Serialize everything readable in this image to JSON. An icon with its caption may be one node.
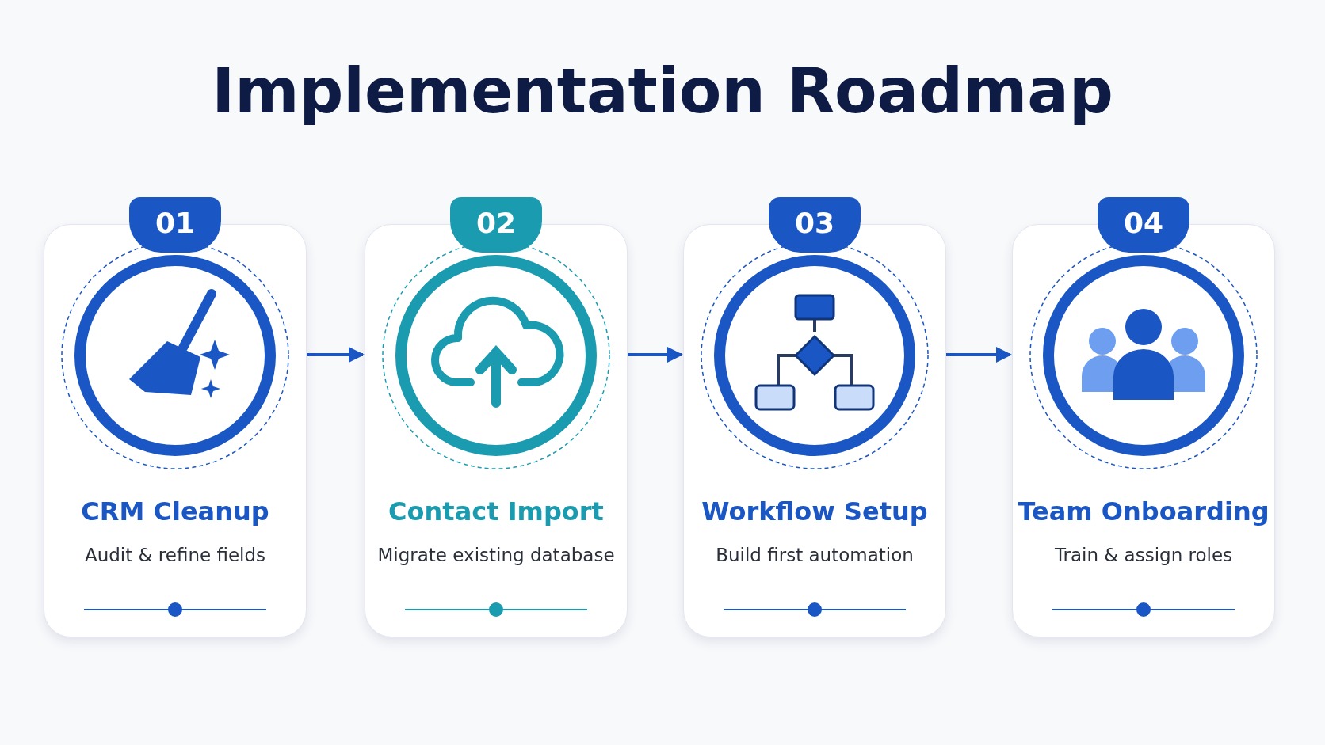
{
  "diagram": {
    "title": "Implementation Roadmap",
    "nodes": [
      {
        "text": [
          "01",
          "CRM Cleanup",
          "Audit & refine fields"
        ]
      },
      {
        "text": [
          "02",
          "Contact Import",
          "Migrate existing database"
        ]
      },
      {
        "text": [
          "03",
          "Workflow Setup",
          "Build first automation"
        ]
      },
      {
        "text": [
          "04",
          "Team Onboarding",
          "Train & assign roles"
        ]
      }
    ],
    "edges": [
      {
        "from": 0,
        "to": 1,
        "arrow": "to"
      },
      {
        "from": 1,
        "to": 2,
        "arrow": "to"
      },
      {
        "from": 2,
        "to": 3,
        "arrow": "to"
      }
    ]
  }
}
